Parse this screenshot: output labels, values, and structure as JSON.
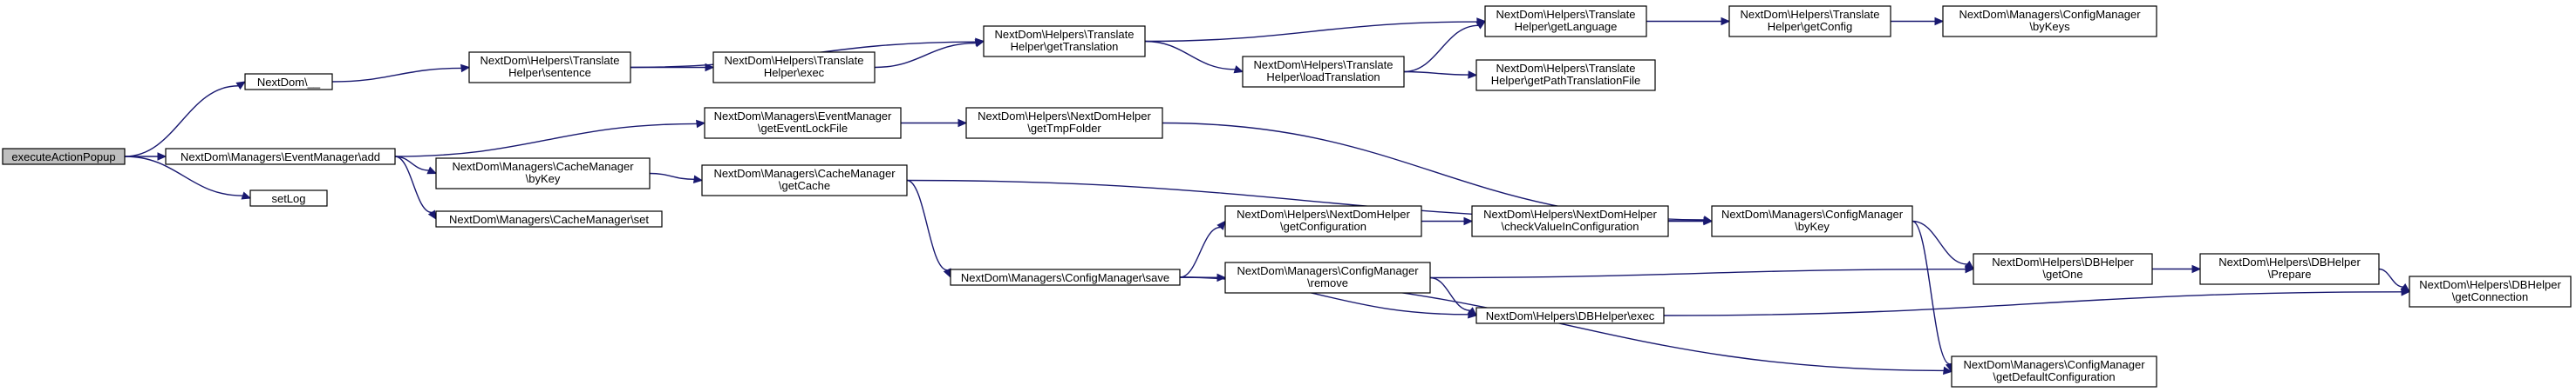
{
  "nodes": [
    {
      "id": "executeActionPopup",
      "lines": [
        "executeActionPopup"
      ],
      "root": true
    },
    {
      "id": "nd_translate",
      "lines": [
        "NextDom\\__"
      ]
    },
    {
      "id": "em_add",
      "lines": [
        "NextDom\\Managers\\EventManager\\add"
      ]
    },
    {
      "id": "setLog",
      "lines": [
        "setLog"
      ]
    },
    {
      "id": "th_sentence",
      "lines": [
        "NextDom\\Helpers\\Translate",
        "Helper\\sentence"
      ]
    },
    {
      "id": "th_exec",
      "lines": [
        "NextDom\\Helpers\\Translate",
        "Helper\\exec"
      ]
    },
    {
      "id": "th_getTranslation",
      "lines": [
        "NextDom\\Helpers\\Translate",
        "Helper\\getTranslation"
      ]
    },
    {
      "id": "th_getLanguage",
      "lines": [
        "NextDom\\Helpers\\Translate",
        "Helper\\getLanguage"
      ]
    },
    {
      "id": "th_getConfig",
      "lines": [
        "NextDom\\Helpers\\Translate",
        "Helper\\getConfig"
      ]
    },
    {
      "id": "cfg_byKeys",
      "lines": [
        "NextDom\\Managers\\ConfigManager",
        "\\byKeys"
      ]
    },
    {
      "id": "th_loadTranslation",
      "lines": [
        "NextDom\\Helpers\\Translate",
        "Helper\\loadTranslation"
      ]
    },
    {
      "id": "th_getPathTranslationFile",
      "lines": [
        "NextDom\\Helpers\\Translate",
        "Helper\\getPathTranslationFile"
      ]
    },
    {
      "id": "em_getEventLockFile",
      "lines": [
        "NextDom\\Managers\\EventManager",
        "\\getEventLockFile"
      ]
    },
    {
      "id": "ndh_getTmpFolder",
      "lines": [
        "NextDom\\Helpers\\NextDomHelper",
        "\\getTmpFolder"
      ]
    },
    {
      "id": "cm_byKey",
      "lines": [
        "NextDom\\Managers\\CacheManager",
        "\\byKey"
      ]
    },
    {
      "id": "cm_set",
      "lines": [
        "NextDom\\Managers\\CacheManager\\set"
      ]
    },
    {
      "id": "cm_getCache",
      "lines": [
        "NextDom\\Managers\\CacheManager",
        "\\getCache"
      ]
    },
    {
      "id": "cfg_byKey",
      "lines": [
        "NextDom\\Managers\\ConfigManager",
        "\\byKey"
      ]
    },
    {
      "id": "cfg_save",
      "lines": [
        "NextDom\\Managers\\ConfigManager\\save"
      ]
    },
    {
      "id": "ndh_getConfiguration",
      "lines": [
        "NextDom\\Helpers\\NextDomHelper",
        "\\getConfiguration"
      ]
    },
    {
      "id": "ndh_checkValue",
      "lines": [
        "NextDom\\Helpers\\NextDomHelper",
        "\\checkValueInConfiguration"
      ]
    },
    {
      "id": "cfg_remove",
      "lines": [
        "NextDom\\Managers\\ConfigManager",
        "\\remove"
      ]
    },
    {
      "id": "db_exec",
      "lines": [
        "NextDom\\Helpers\\DBHelper\\exec"
      ]
    },
    {
      "id": "db_getOne",
      "lines": [
        "NextDom\\Helpers\\DBHelper",
        "\\getOne"
      ]
    },
    {
      "id": "db_prepare",
      "lines": [
        "NextDom\\Helpers\\DBHelper",
        "\\Prepare"
      ]
    },
    {
      "id": "db_getConnection",
      "lines": [
        "NextDom\\Helpers\\DBHelper",
        "\\getConnection"
      ]
    },
    {
      "id": "cfg_getDefault",
      "lines": [
        "NextDom\\Managers\\ConfigManager",
        "\\getDefaultConfiguration"
      ]
    }
  ],
  "edges": [
    [
      "executeActionPopup",
      "nd_translate"
    ],
    [
      "executeActionPopup",
      "em_add"
    ],
    [
      "executeActionPopup",
      "setLog"
    ],
    [
      "nd_translate",
      "th_sentence"
    ],
    [
      "th_sentence",
      "th_exec"
    ],
    [
      "th_sentence",
      "th_getTranslation"
    ],
    [
      "th_exec",
      "th_getTranslation"
    ],
    [
      "th_getTranslation",
      "th_getLanguage"
    ],
    [
      "th_getTranslation",
      "th_loadTranslation"
    ],
    [
      "th_getLanguage",
      "th_getConfig"
    ],
    [
      "th_getConfig",
      "cfg_byKeys"
    ],
    [
      "th_loadTranslation",
      "th_getLanguage"
    ],
    [
      "th_loadTranslation",
      "th_getPathTranslationFile"
    ],
    [
      "em_add",
      "em_getEventLockFile"
    ],
    [
      "em_add",
      "cm_byKey"
    ],
    [
      "em_add",
      "cm_set"
    ],
    [
      "em_getEventLockFile",
      "ndh_getTmpFolder"
    ],
    [
      "ndh_getTmpFolder",
      "cfg_byKey"
    ],
    [
      "cm_byKey",
      "cm_getCache"
    ],
    [
      "cm_getCache",
      "cfg_byKey"
    ],
    [
      "cm_getCache",
      "cfg_save"
    ],
    [
      "cfg_save",
      "ndh_getConfiguration"
    ],
    [
      "cfg_save",
      "cfg_remove"
    ],
    [
      "cfg_save",
      "db_exec"
    ],
    [
      "cfg_save",
      "cfg_getDefault"
    ],
    [
      "ndh_getConfiguration",
      "ndh_checkValue"
    ],
    [
      "ndh_checkValue",
      "cfg_byKey"
    ],
    [
      "cfg_byKey",
      "db_getOne"
    ],
    [
      "cfg_byKey",
      "cfg_getDefault"
    ],
    [
      "cfg_remove",
      "db_getOne"
    ],
    [
      "cfg_remove",
      "db_exec"
    ],
    [
      "db_getOne",
      "db_prepare"
    ],
    [
      "db_prepare",
      "db_getConnection"
    ],
    [
      "db_exec",
      "db_getConnection"
    ]
  ],
  "colors": {
    "edge": "#191970",
    "root_fill": "#bfbfbf",
    "node_border": "#000000"
  }
}
